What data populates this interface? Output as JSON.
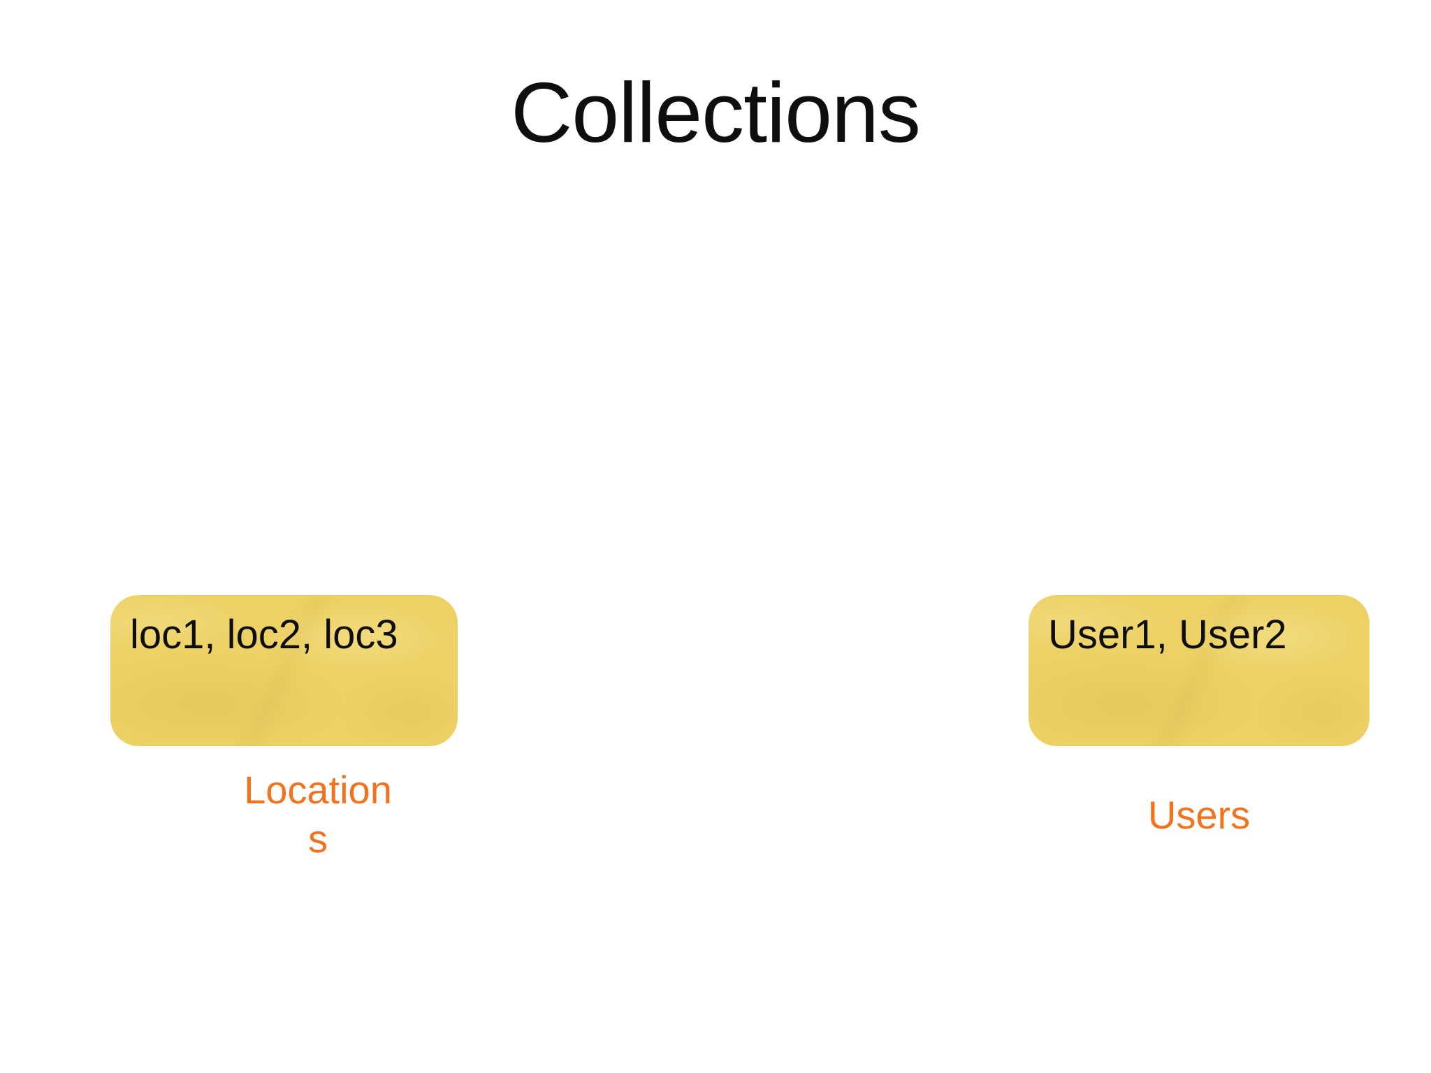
{
  "slide": {
    "title": "Collections"
  },
  "collections": [
    {
      "id": "locations",
      "items_text": "loc1, loc2, loc3",
      "label": "Location\ns"
    },
    {
      "id": "users",
      "items_text": "User1, User2",
      "label": "Users"
    }
  ],
  "colors": {
    "note_yellow": "#EDD164",
    "label_orange": "#F3721E",
    "text_black": "#0E0E0E",
    "background": "#FFFFFF"
  }
}
